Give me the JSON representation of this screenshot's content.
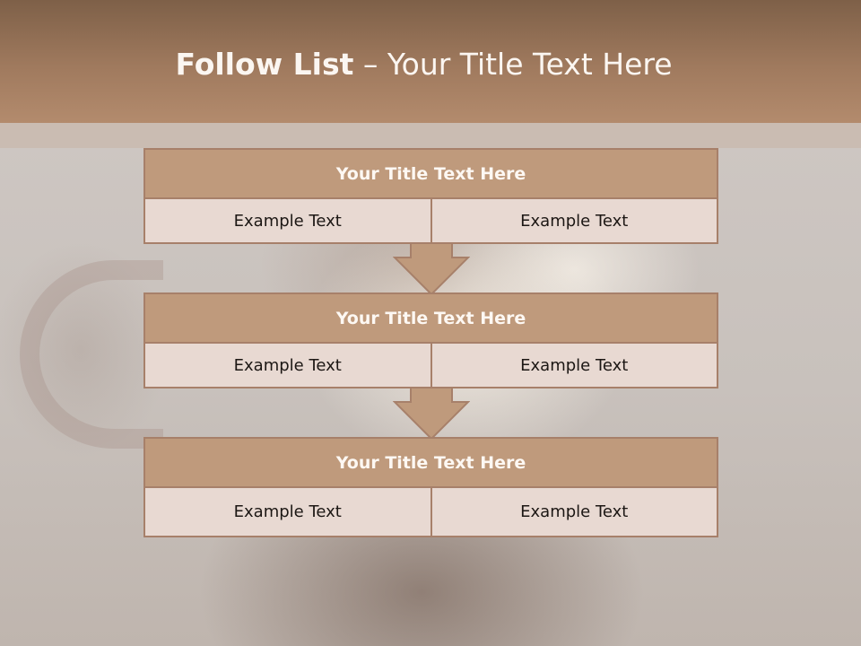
{
  "slide": {
    "title_bold": "Follow List",
    "title_rest": " – Your Title Text Here"
  },
  "steps": [
    {
      "title": "Your Title Text Here",
      "left": "Example Text",
      "right": "Example Text"
    },
    {
      "title": "Your Title Text Here",
      "left": "Example Text",
      "right": "Example Text"
    },
    {
      "title": "Your Title Text Here",
      "left": "Example Text",
      "right": "Example Text"
    }
  ],
  "colors": {
    "header": "#a07a5e",
    "box_title": "#bf9a7c",
    "box_cell": "#e8d9d2",
    "border": "#a7806a"
  }
}
